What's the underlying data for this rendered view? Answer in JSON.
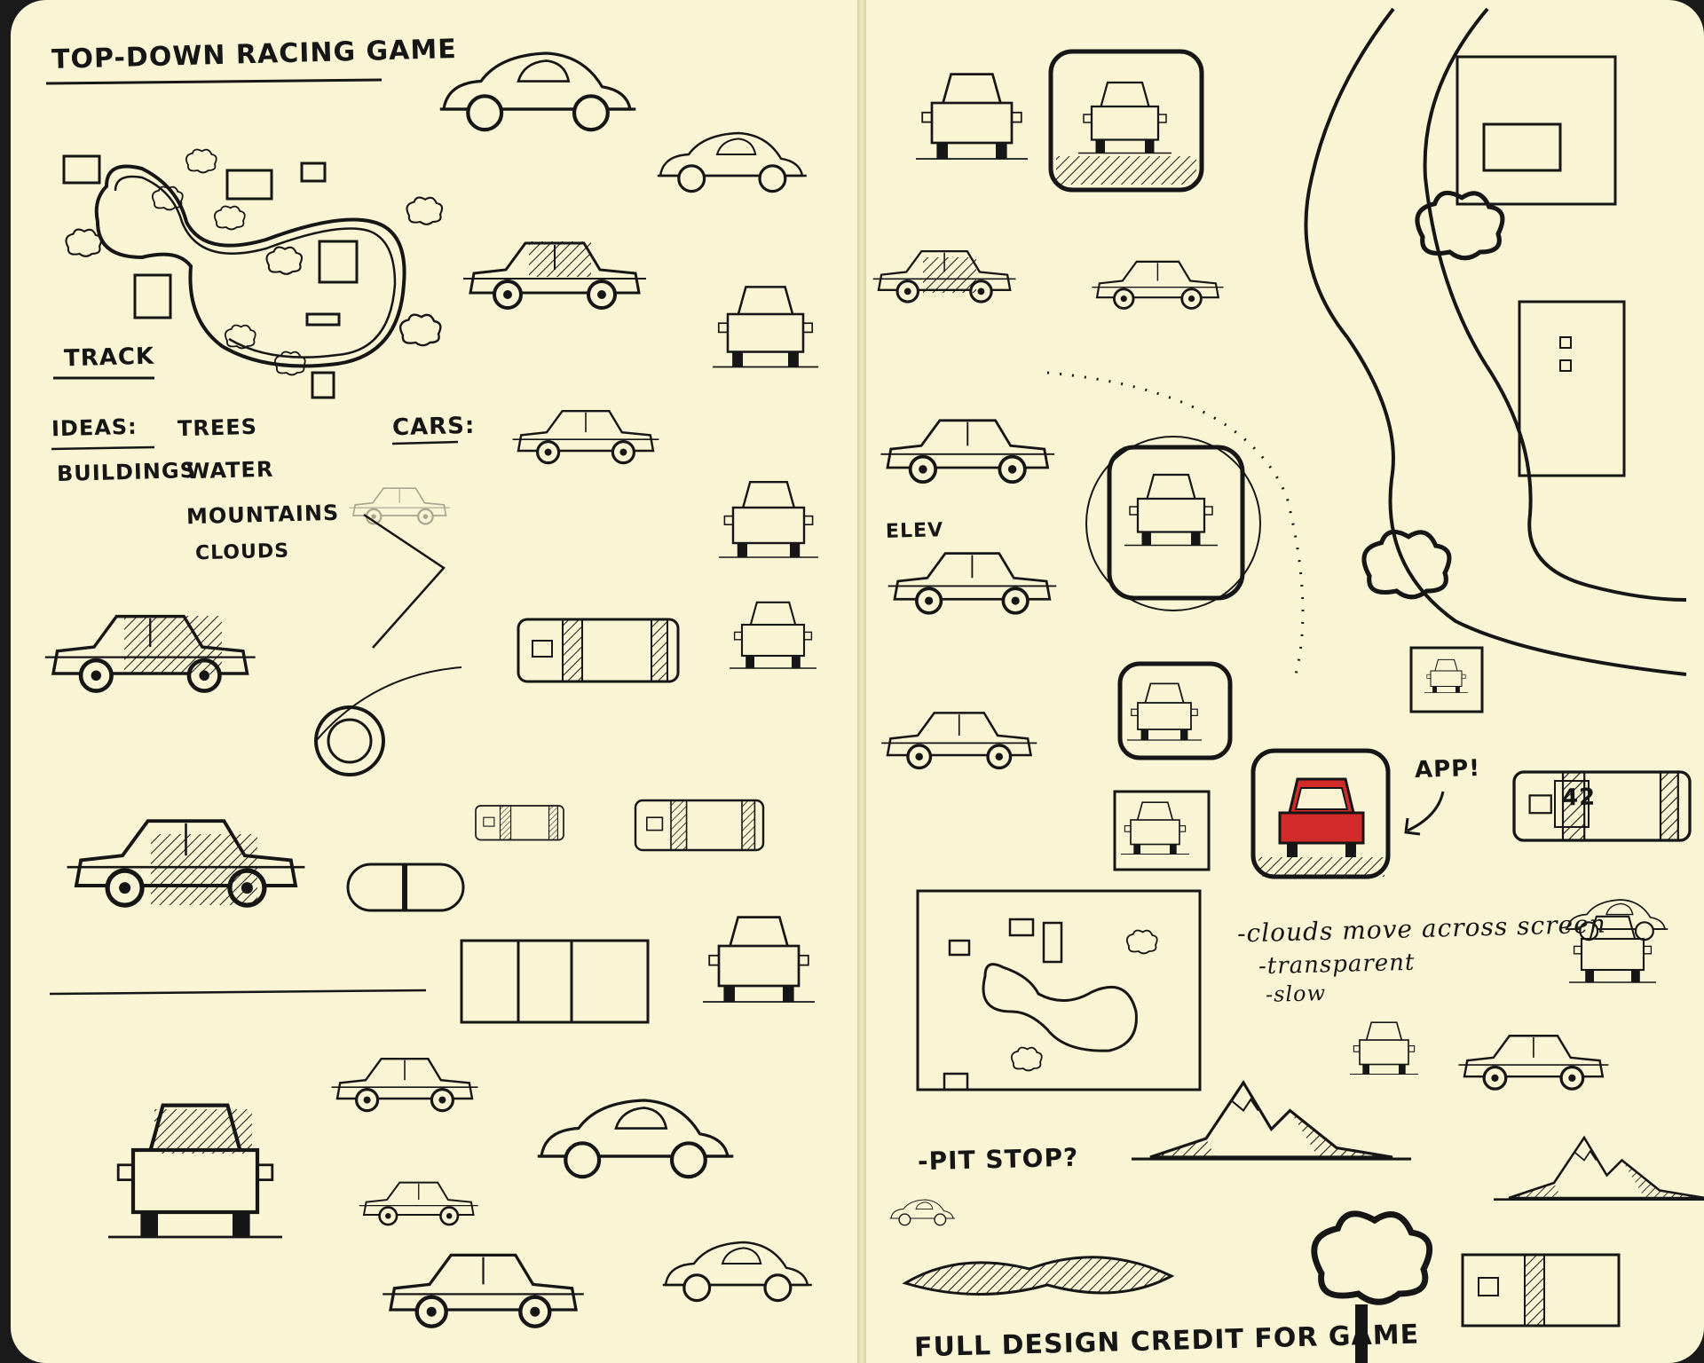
{
  "notebook": {
    "title": "TOP-DOWN RACING GAME",
    "labels": {
      "track": "TRACK",
      "ideas": "IDEAS:",
      "cars": "CARS:",
      "elev": "ELEV",
      "app": "APP!",
      "car_number": "42",
      "pit_stop": "-PIT STOP?",
      "credit": "FULL DESIGN CREDIT FOR GAME"
    },
    "ideas_list": [
      "TREES",
      "BUILDINGS",
      "WATER",
      "MOUNTAINS",
      "CLOUDS"
    ],
    "cloud_notes": [
      "-clouds move across screen",
      "-transparent",
      "-slow"
    ]
  },
  "colors": {
    "paper": "#f8f4d4",
    "ink": "#161616",
    "accent_car": "#d32a2a"
  }
}
